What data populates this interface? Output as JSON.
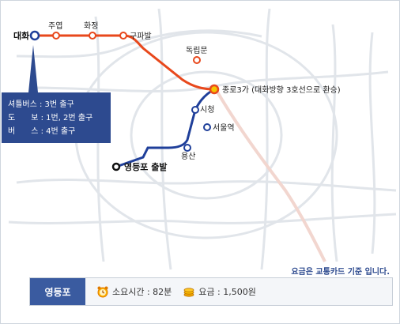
{
  "route_line_colors": {
    "origin_line": "#e8481c",
    "destination_line": "#1f3f9a",
    "background_lines": "#dfe3e8"
  },
  "stations": {
    "daehwa": "대화",
    "juyeop": "주엽",
    "hwajeong": "화정",
    "gupabal": "구파발",
    "dongnimmun": "독립문",
    "jongno3ga": "종로3가 (대화방향 3호선으로 환승)",
    "sicheong": "시청",
    "seoulyeok": "서울역",
    "yongsan": "용산",
    "yeongdeungpo_departure": "영등포 출발"
  },
  "callout": {
    "shuttle_bus": "셔틀버스 : 3번 출구",
    "walk": "도　　보 : 1번, 2번 출구",
    "bus": "버　　스 : 4번 출구"
  },
  "fare_note": "요금은 교통카드 기준 입니다.",
  "info_bar": {
    "station": "영등포",
    "time_icon": "alarm-clock-icon",
    "time": "소요시간 : 82분",
    "fare_icon": "coins-icon",
    "fare": "요금 : 1,500원"
  }
}
